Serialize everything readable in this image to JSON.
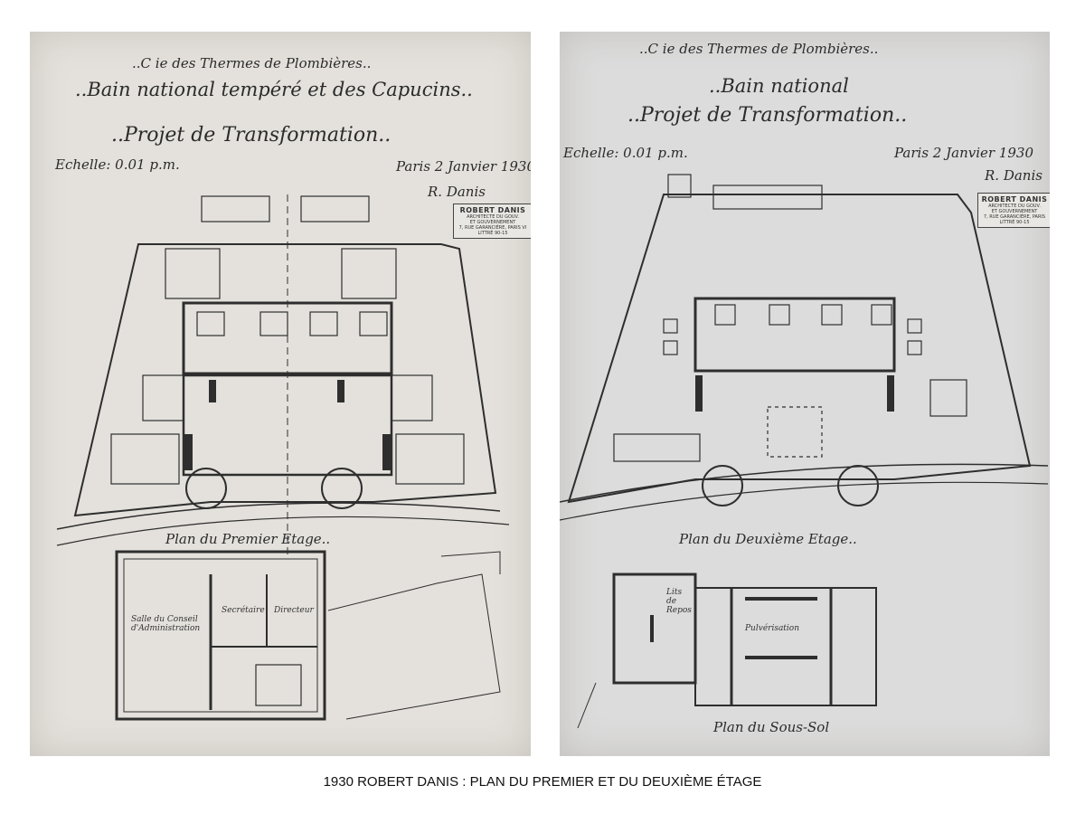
{
  "left_sheet": {
    "company": "..C ie des Thermes de Plombières..",
    "building": "..Bain national tempéré et des Capucins..",
    "project": "..Projet de Transformation..",
    "scale": "Echelle: 0.01 p.m.",
    "date": "Paris 2 Janvier 1930",
    "signature": "R. Danis",
    "stamp": {
      "name": "ROBERT DANIS",
      "line1": "ARCHITECTE DU GOUV.",
      "line2": "ET GOUVERNEMENT",
      "line3": "7, RUE GARANCIÈRE, PARIS VI",
      "line4": "LITTRÉ 90-15"
    },
    "plan_label": "Plan du Premier Etage..",
    "rooms": [
      "Salle du Conseil d'Administration",
      "Secrétaire",
      "Directeur"
    ]
  },
  "right_sheet": {
    "company": "..C ie des Thermes de Plombières..",
    "building": "..Bain national",
    "project": "..Projet de Transformation..",
    "scale": "Echelle: 0.01 p.m.",
    "date": "Paris 2 Janvier 1930",
    "signature": "R. Danis",
    "stamp": {
      "name": "ROBERT DANIS",
      "line1": "ARCHITECTE DU GOUV.",
      "line2": "ET GOUVERNEMENT",
      "line3": "7, RUE GARANCIÈRE, PARIS",
      "line4": "LITTRÉ 90-15"
    },
    "plan_label_upper": "Plan du Deuxième Etage..",
    "plan_label_lower": "Plan du Sous-Sol",
    "rooms": [
      "Lits de Repos",
      "Pulvérisation"
    ]
  },
  "caption": "1930  ROBERT DANIS  :  PLAN DU PREMIER ET DU DEUXIÈME ÉTAGE",
  "colors": {
    "ink": "#2b2b2b",
    "paper_left": "#e4e1dc",
    "paper_right": "#dcdcdc"
  }
}
